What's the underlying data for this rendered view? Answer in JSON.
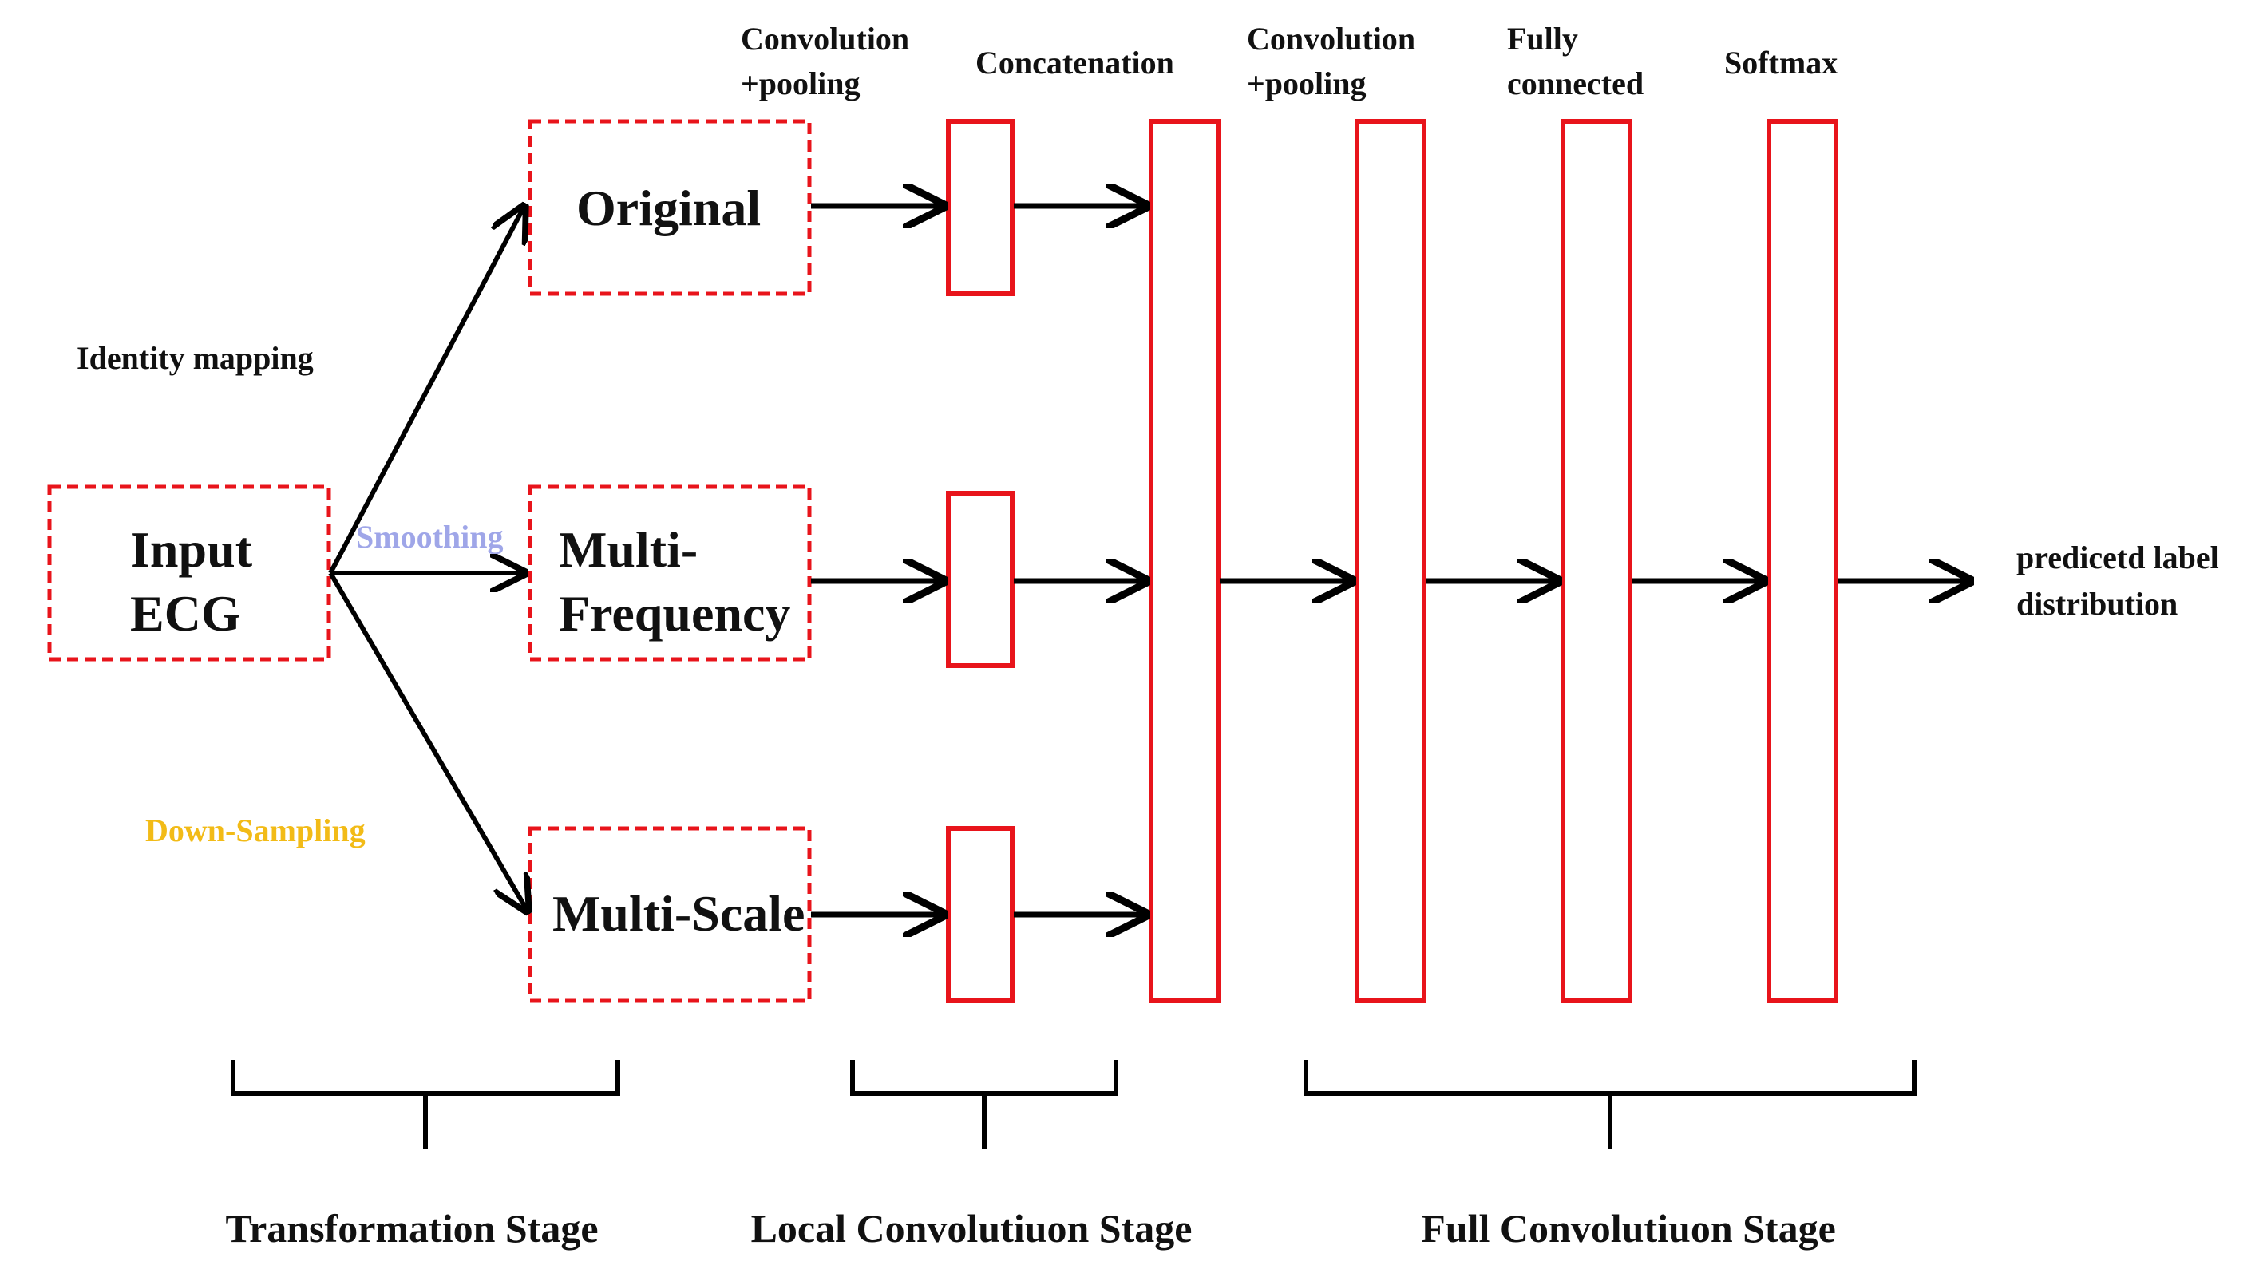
{
  "colors": {
    "accent_red": "#e8141b",
    "arrow": "#000000",
    "smoothing": "#9fa6e8",
    "downsampling": "#f2bb17",
    "text": "#111111"
  },
  "header_labels": {
    "conv_pool_1": [
      "Convolution",
      "+pooling"
    ],
    "concatenation": "Concatenation",
    "conv_pool_2": [
      "Convolution",
      "+pooling"
    ],
    "fully_connected": [
      "Fully",
      "connected"
    ],
    "softmax": "Softmax"
  },
  "nodes": {
    "input": [
      "Input",
      "ECG"
    ],
    "original": "Original",
    "multi_frequency": [
      "Multi-",
      "Frequency"
    ],
    "multi_scale": "Multi-Scale"
  },
  "edges": {
    "identity": "Identity mapping",
    "smoothing": "Smoothing",
    "downsampling": "Down-Sampling"
  },
  "output": [
    "predicetd label",
    "distribution"
  ],
  "stages": {
    "transformation": "Transformation Stage",
    "local": "Local Convolutiuon Stage",
    "full": "Full Convolutiuon Stage"
  }
}
